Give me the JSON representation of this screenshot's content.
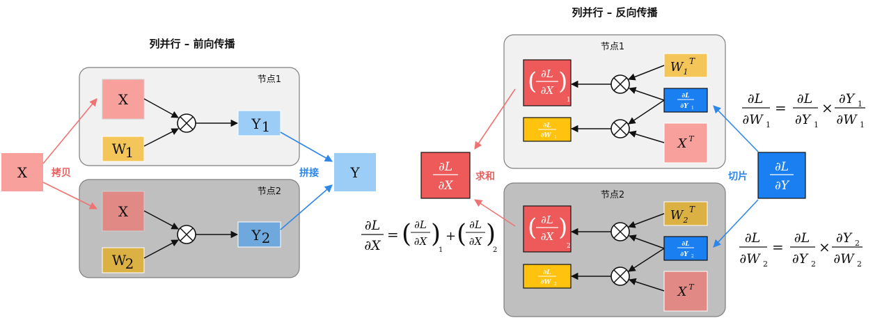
{
  "forward": {
    "title": "列并行 – 前向传播",
    "input": "X",
    "copy_label": "拷贝",
    "concat_label": "拼接",
    "output": "Y",
    "node1": {
      "label": "节点1",
      "x": "X",
      "w": "W",
      "w_sub": "1",
      "y": "Y",
      "y_sub": "1"
    },
    "node2": {
      "label": "节点2",
      "x": "X",
      "w": "W",
      "w_sub": "2",
      "y": "Y",
      "y_sub": "2"
    }
  },
  "backward": {
    "title": "列并行 – 反向传播",
    "sum_label": "求和",
    "slice_label": "切片",
    "node1_label": "节点1",
    "node2_label": "节点2",
    "dL": "∂L",
    "dX": "∂X",
    "dY": "∂Y",
    "dY1": "∂Y",
    "dW1": "∂W",
    "sub1": "1",
    "sub2": "2",
    "W": "W",
    "T": "T",
    "X": "X"
  },
  "colors": {
    "salmon": "#f8a09c",
    "salmon_dark": "#e08985",
    "gold": "#f4c65a",
    "gold_dark": "#dbb144",
    "light_blue": "#9ccdf6",
    "mid_blue": "#6fa8dc",
    "bright_blue": "#1a7ff0",
    "red": "#ee5a5a",
    "orange": "#ffc20e",
    "panel_light": "#f1f1f1",
    "panel_dark": "#bfbfbf",
    "arrow_red": "#f07373",
    "arrow_blue": "#2e86e6"
  }
}
